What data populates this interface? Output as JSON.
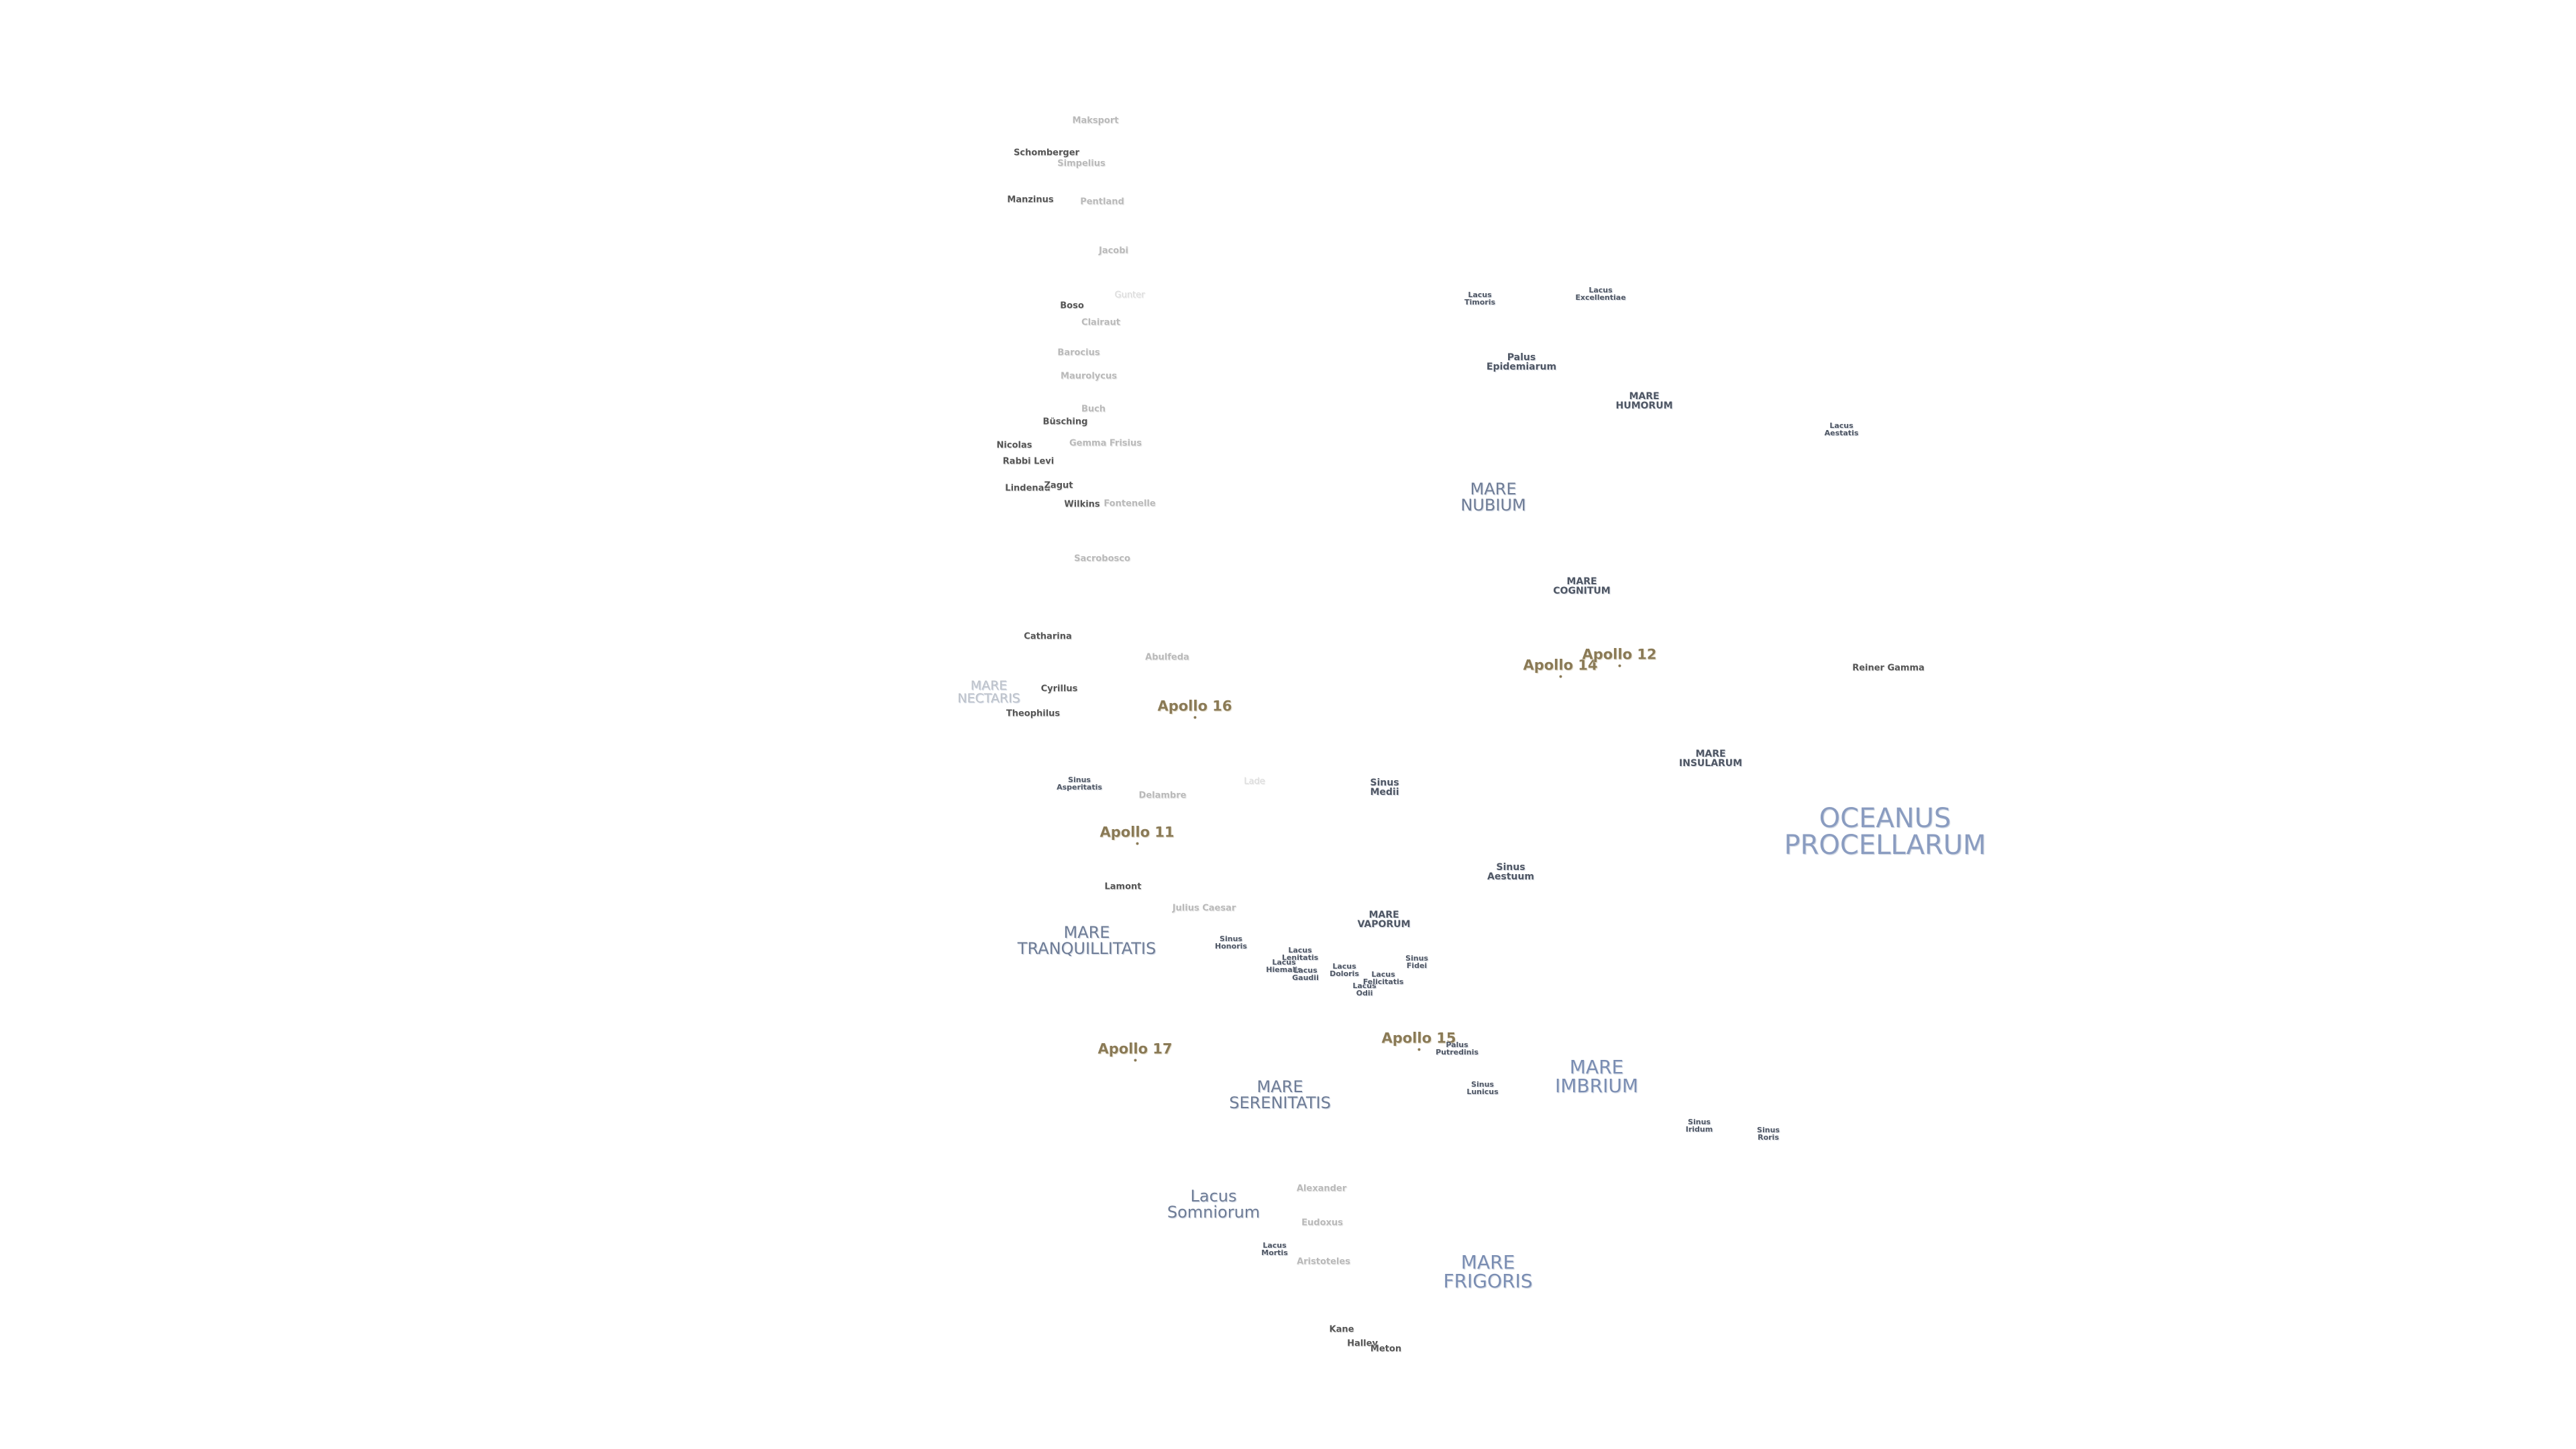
{
  "map": {
    "labels": [
      {
        "text": "Maksport",
        "kind": "crater-faint"
      },
      {
        "text": "Schomberger",
        "kind": "crater"
      },
      {
        "text": "Simpelius",
        "kind": "crater-faint"
      },
      {
        "text": "Manzinus",
        "kind": "crater"
      },
      {
        "text": "Pentland",
        "kind": "crater-faint"
      },
      {
        "text": "Jacobi",
        "kind": "crater-faint"
      },
      {
        "text": "Gunter",
        "kind": "crater-faint2"
      },
      {
        "text": "Boso",
        "kind": "crater"
      },
      {
        "text": "Clairaut",
        "kind": "crater-faint"
      },
      {
        "text": "Barocius",
        "kind": "crater-faint"
      },
      {
        "text": "Maurolycus",
        "kind": "crater-faint"
      },
      {
        "text": "Buch",
        "kind": "crater-faint"
      },
      {
        "text": "Büsching",
        "kind": "crater"
      },
      {
        "text": "Nicolas",
        "kind": "crater"
      },
      {
        "text": "Gemma Frisius",
        "kind": "crater-faint"
      },
      {
        "text": "Rabbi Levi",
        "kind": "crater"
      },
      {
        "text": "Lindenau",
        "kind": "crater"
      },
      {
        "text": "Zagut",
        "kind": "crater"
      },
      {
        "text": "Wilkins",
        "kind": "crater"
      },
      {
        "text": "Fontenelle",
        "kind": "crater-faint"
      },
      {
        "text": "Sacrobosco",
        "kind": "crater-faint"
      },
      {
        "text": "Catharina",
        "kind": "crater"
      },
      {
        "text": "Abulfeda",
        "kind": "crater-faint"
      },
      {
        "text": "MARE\nNECTARIS",
        "kind": "mare-faint"
      },
      {
        "text": "Cyrillus",
        "kind": "crater"
      },
      {
        "text": "Theophilus",
        "kind": "crater"
      },
      {
        "text": "Apollo 16",
        "kind": "apollo"
      },
      {
        "text": "Sinus\nAsperitatis",
        "kind": "feature-tiny"
      },
      {
        "text": "Delambre",
        "kind": "crater-faint"
      },
      {
        "text": "Apollo 11",
        "kind": "apollo"
      },
      {
        "text": "Lade",
        "kind": "crater-faint2"
      },
      {
        "text": "Lamont",
        "kind": "crater"
      },
      {
        "text": "Julius Caesar",
        "kind": "crater-faint"
      },
      {
        "text": "MARE\nTRANQUILLITATIS",
        "kind": "mare"
      },
      {
        "text": "Sinus\nHonoris",
        "kind": "feature-tiny"
      },
      {
        "text": "Lacus\nLenitatis",
        "kind": "feature-tiny"
      },
      {
        "text": "Lacus\nHiemalis",
        "kind": "feature-tiny"
      },
      {
        "text": "Lacus\nGaudii",
        "kind": "feature-tiny"
      },
      {
        "text": "Lacus\nDoloris",
        "kind": "feature-tiny"
      },
      {
        "text": "Lacus\nOdii",
        "kind": "feature-tiny"
      },
      {
        "text": "Lacus\nFelicitatis",
        "kind": "feature-tiny"
      },
      {
        "text": "Sinus\nFidei",
        "kind": "feature-tiny"
      },
      {
        "text": "MARE\nVAPORUM",
        "kind": "feature"
      },
      {
        "text": "Apollo 17",
        "kind": "apollo"
      },
      {
        "text": "MARE\nSERENITATIS",
        "kind": "mare"
      },
      {
        "text": "Lacus\nSomniorum",
        "kind": "mare"
      },
      {
        "text": "Alexander",
        "kind": "crater-faint"
      },
      {
        "text": "Eudoxus",
        "kind": "crater-faint"
      },
      {
        "text": "Lacus\nMortis",
        "kind": "feature-tiny"
      },
      {
        "text": "Aristoteles",
        "kind": "crater-faint"
      },
      {
        "text": "Kane",
        "kind": "crater"
      },
      {
        "text": "Halley",
        "kind": "crater"
      },
      {
        "text": "Meton",
        "kind": "crater"
      },
      {
        "text": "Lacus\nTimoris",
        "kind": "feature-tiny"
      },
      {
        "text": "Lacus\nExcellentiae",
        "kind": "feature-tiny"
      },
      {
        "text": "Palus\nEpidemiarum",
        "kind": "feature"
      },
      {
        "text": "MARE\nHUMORUM",
        "kind": "feature"
      },
      {
        "text": "Lacus\nAestatis",
        "kind": "feature-tiny"
      },
      {
        "text": "MARE\nNUBIUM",
        "kind": "mare"
      },
      {
        "text": "MARE\nCOGNITUM",
        "kind": "feature"
      },
      {
        "text": "Apollo 14",
        "kind": "apollo"
      },
      {
        "text": "Apollo 12",
        "kind": "apollo"
      },
      {
        "text": "Reiner Gamma",
        "kind": "crater"
      },
      {
        "text": "MARE\nINSULARUM",
        "kind": "feature"
      },
      {
        "text": "Sinus\nMedii",
        "kind": "feature"
      },
      {
        "text": "OCEANUS\nPROCELLARUM",
        "kind": "mare-xl"
      },
      {
        "text": "Sinus\nAestuum",
        "kind": "feature"
      },
      {
        "text": "Apollo 15",
        "kind": "apollo"
      },
      {
        "text": "Palus\nPutredinis",
        "kind": "feature-tiny"
      },
      {
        "text": "MARE\nIMBRIUM",
        "kind": "mare-large"
      },
      {
        "text": "Sinus\nLunicus",
        "kind": "feature-tiny"
      },
      {
        "text": "Sinus\nIridum",
        "kind": "feature-tiny"
      },
      {
        "text": "Sinus\nRoris",
        "kind": "feature-tiny"
      },
      {
        "text": "MARE\nFRIGORIS",
        "kind": "mare-large"
      }
    ]
  }
}
